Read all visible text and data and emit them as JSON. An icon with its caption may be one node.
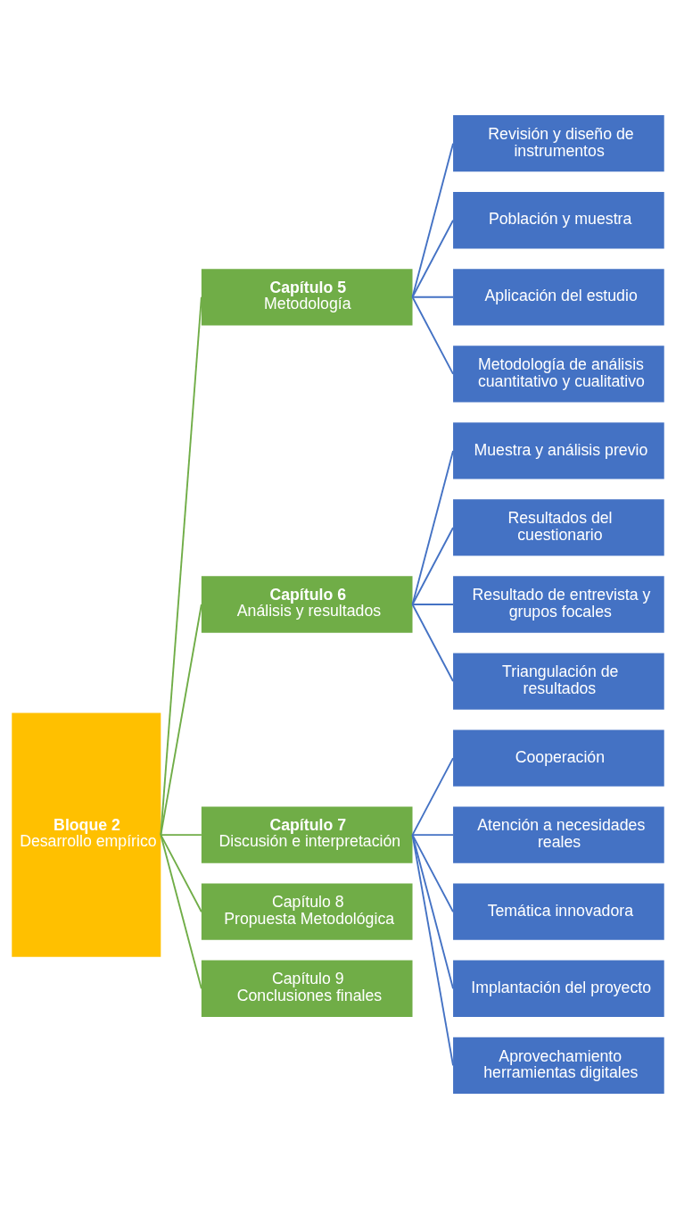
{
  "diagram": {
    "nodes": [
      {
        "text": [
          "Bloque 2",
          "Desarrollo empírico"
        ]
      },
      {
        "text": [
          "Capítulo 5",
          "Metodología"
        ]
      },
      {
        "text": [
          "Revisión y diseño de instrumentos"
        ]
      },
      {
        "text": [
          "Población y muestra"
        ]
      },
      {
        "text": [
          "Aplicación del estudio"
        ]
      },
      {
        "text": [
          "Metodología de análisis cuantitativo y cualitativo"
        ]
      },
      {
        "text": [
          "Capítulo 6",
          "Análisis y resultados"
        ]
      },
      {
        "text": [
          "Muestra y análisis previo"
        ]
      },
      {
        "text": [
          "Resultados del cuestionario"
        ]
      },
      {
        "text": [
          "Resultado de entrevista y grupos focales"
        ]
      },
      {
        "text": [
          "Triangulación de resultados"
        ]
      },
      {
        "text": [
          "Capítulo 7",
          "Discusión e interpretación"
        ]
      },
      {
        "text": [
          "Cooperación"
        ]
      },
      {
        "text": [
          "Atención a necesidades reales"
        ]
      },
      {
        "text": [
          "Temática innovadora"
        ]
      },
      {
        "text": [
          "Implantación del proyecto"
        ]
      },
      {
        "text": [
          "Aprovechamiento herramientas digitales"
        ]
      },
      {
        "text": [
          "Capítulo 8",
          "Propuesta Metodológica"
        ]
      },
      {
        "text": [
          "Capítulo 9",
          "Conclusiones finales"
        ]
      }
    ],
    "edges": [
      {
        "from": 0,
        "to": 1,
        "arrow": "none",
        "color": "#70ad47"
      },
      {
        "from": 1,
        "to": 2,
        "arrow": "none"
      },
      {
        "from": 1,
        "to": 3,
        "arrow": "none"
      },
      {
        "from": 1,
        "to": 4,
        "arrow": "none"
      },
      {
        "from": 1,
        "to": 5,
        "arrow": "none"
      },
      {
        "from": 0,
        "to": 6,
        "arrow": "none",
        "color": "#70ad47"
      },
      {
        "from": 6,
        "to": 7,
        "arrow": "none"
      },
      {
        "from": 6,
        "to": 8,
        "arrow": "none"
      },
      {
        "from": 6,
        "to": 9,
        "arrow": "none"
      },
      {
        "from": 6,
        "to": 10,
        "arrow": "none"
      },
      {
        "from": 0,
        "to": 11,
        "arrow": "none",
        "color": "#70ad47"
      },
      {
        "from": 11,
        "to": 12,
        "arrow": "none"
      },
      {
        "from": 11,
        "to": 13,
        "arrow": "none"
      },
      {
        "from": 11,
        "to": 14,
        "arrow": "none"
      },
      {
        "from": 11,
        "to": 15,
        "arrow": "none"
      },
      {
        "from": 11,
        "to": 16,
        "arrow": "none"
      },
      {
        "from": 0,
        "to": 17,
        "arrow": "none",
        "color": "#70ad47"
      },
      {
        "from": 0,
        "to": 18,
        "arrow": "none",
        "color": "#70ad47"
      }
    ]
  }
}
